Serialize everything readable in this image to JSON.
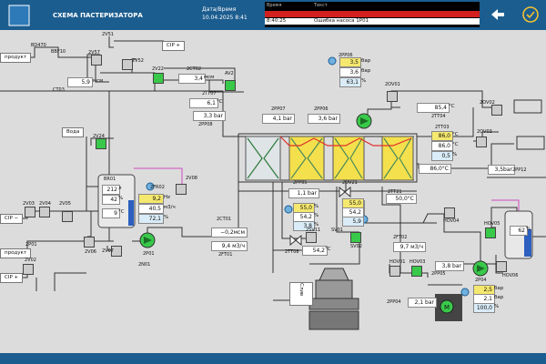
{
  "header": {
    "title": "СХЕМА ПАСТЕРИЗАТОРА",
    "datetime_label": "Дата/Время",
    "datetime_value": "10.04.2025 8:41",
    "alarm_col_time": "Время",
    "alarm_col_text": "Текст",
    "alarms": [
      {
        "time": "",
        "text": ""
      },
      {
        "time": "8:40:25",
        "text": "Ошибка насоса 1P01"
      }
    ]
  },
  "tags": {
    "bd470": "BD470",
    "bbf10": "BBF10",
    "ct03": "CT03",
    "ct03_value": "5,9",
    "ct03_unit": "мсм",
    "v51": "2V51",
    "v57": "2V57",
    "v52": "2V52",
    "v22": "2V22",
    "v24": "2V24",
    "v08": "2V08",
    "v07": "2V07",
    "v06": "2V06",
    "v05": "2V05",
    "v04": "2V04",
    "v03": "2V03",
    "v02": "2V02",
    "av2": "AV2",
    "ct02": "2CT02",
    "ct02_value": "3,4",
    "ct02_unit": "мсм",
    "tt07": "2TT07",
    "tt07_value": "6,1",
    "tt07_unit": "°C",
    "pp08": "2PP08",
    "pp08_value": "3,3 bar",
    "pp07": "2PP07",
    "pp07_value": "4,1 bar",
    "pp06": "2PP06",
    "pp06_value": "3,6 bar",
    "pp05": "2PP05",
    "pp05_value": "1,1 bar",
    "br01": "BR01",
    "br01_level": "212",
    "br01_level_unit": "л",
    "br01_pct": "42",
    "br01_pct_unit": "%",
    "br01_temp": "9",
    "br01_temp_unit": "°C",
    "p01": "2P01",
    "pump2p01_freq": "9,2",
    "pump2p01_freq_unit": "Hz",
    "pump2p01_flow": "40,5",
    "pump2p01_flow_unit": "м3/ч",
    "pump2p01_pct": "72,1",
    "pump2p01_pct_unit": "%",
    "pump_2fr02": "2FR02",
    "p01b": "2N01",
    "ct01": "2CT01",
    "ct01_value": "−0,2мсм",
    "ft01": "2FT01",
    "ft01_value": "9,4 м3/ч",
    "p06": "2PP06",
    "p06_pressure": "3,5",
    "p06_pressure_unit": "бар",
    "p06_pressure2": "3,6",
    "p06_pressure2_unit": "бар",
    "p06_pct": "63,1",
    "p06_pct_unit": "%",
    "v01": "2OV01",
    "tt04": "2TT04",
    "tt04_value": "85,4",
    "tt04_unit": "°C",
    "tt03": "2TT03",
    "tt03_v1": "86,0",
    "tt03_v1_unit": "°C",
    "tt03_v2": "86,0",
    "tt03_v2_unit": "°C",
    "tt03_v3": "0,5",
    "tt03_v3_unit": "%",
    "tt_out": "86,0°C",
    "tt05_value": "50,0°C",
    "tt21": "2TT21",
    "v21": "2OV21",
    "v21_v1": "55,0",
    "v21_v2": "54,2",
    "v21_v3": "5,9",
    "v11": "2SV11",
    "v11_v1": "55,0",
    "v11_v1_unit": "%",
    "v11_v2": "54,2",
    "v11_v2_unit": "%",
    "v11_v3": "3,8",
    "v11_v3_unit": "%",
    "tt08": "2TT08",
    "tt08_value": "54,2",
    "tt08_unit": "°C",
    "sv01": "SV01",
    "sv02": "SV02",
    "v02r": "2OV02",
    "v03r": "2OV03",
    "pp12": "2PP12",
    "pp12_value": "3,5bar",
    "ft02": "2FT02",
    "ft02_value": "9,7 м3/ч",
    "hov01": "HOV01",
    "hov03": "HOV03",
    "hov04": "HOV04",
    "hov05": "HOV05",
    "hov06": "HOV06",
    "pp04": "2PP04",
    "pp04_value": "2,1 bar",
    "pp05b": "2PP05",
    "pp05b_value": "3,8 bar",
    "p04": "2P04",
    "p04_v1": "2,5",
    "p04_v1_unit": "бар",
    "p04_v2": "2,1",
    "p04_v2_unit": "бар",
    "p04_v3": "100,0",
    "p04_v3_unit": "%",
    "tank_pct": "62",
    "tank_unit": "%",
    "motor": "M"
  },
  "labels": {
    "cip_top": "CIP +",
    "cip_left_in": "CIP −",
    "cip_left_out": "CIP +",
    "water": "Вода",
    "product_in": "продукт",
    "product_left": "продукт",
    "drain": "Слив"
  },
  "colors": {
    "header": "#1c5d8f",
    "valve_on": "#39c94a",
    "pipe": "#333333",
    "plate_yellow": "#f4e04d",
    "plate_green": "#8fd9a8",
    "hot_line": "#e0302a",
    "pink_line": "#d04ac0"
  }
}
